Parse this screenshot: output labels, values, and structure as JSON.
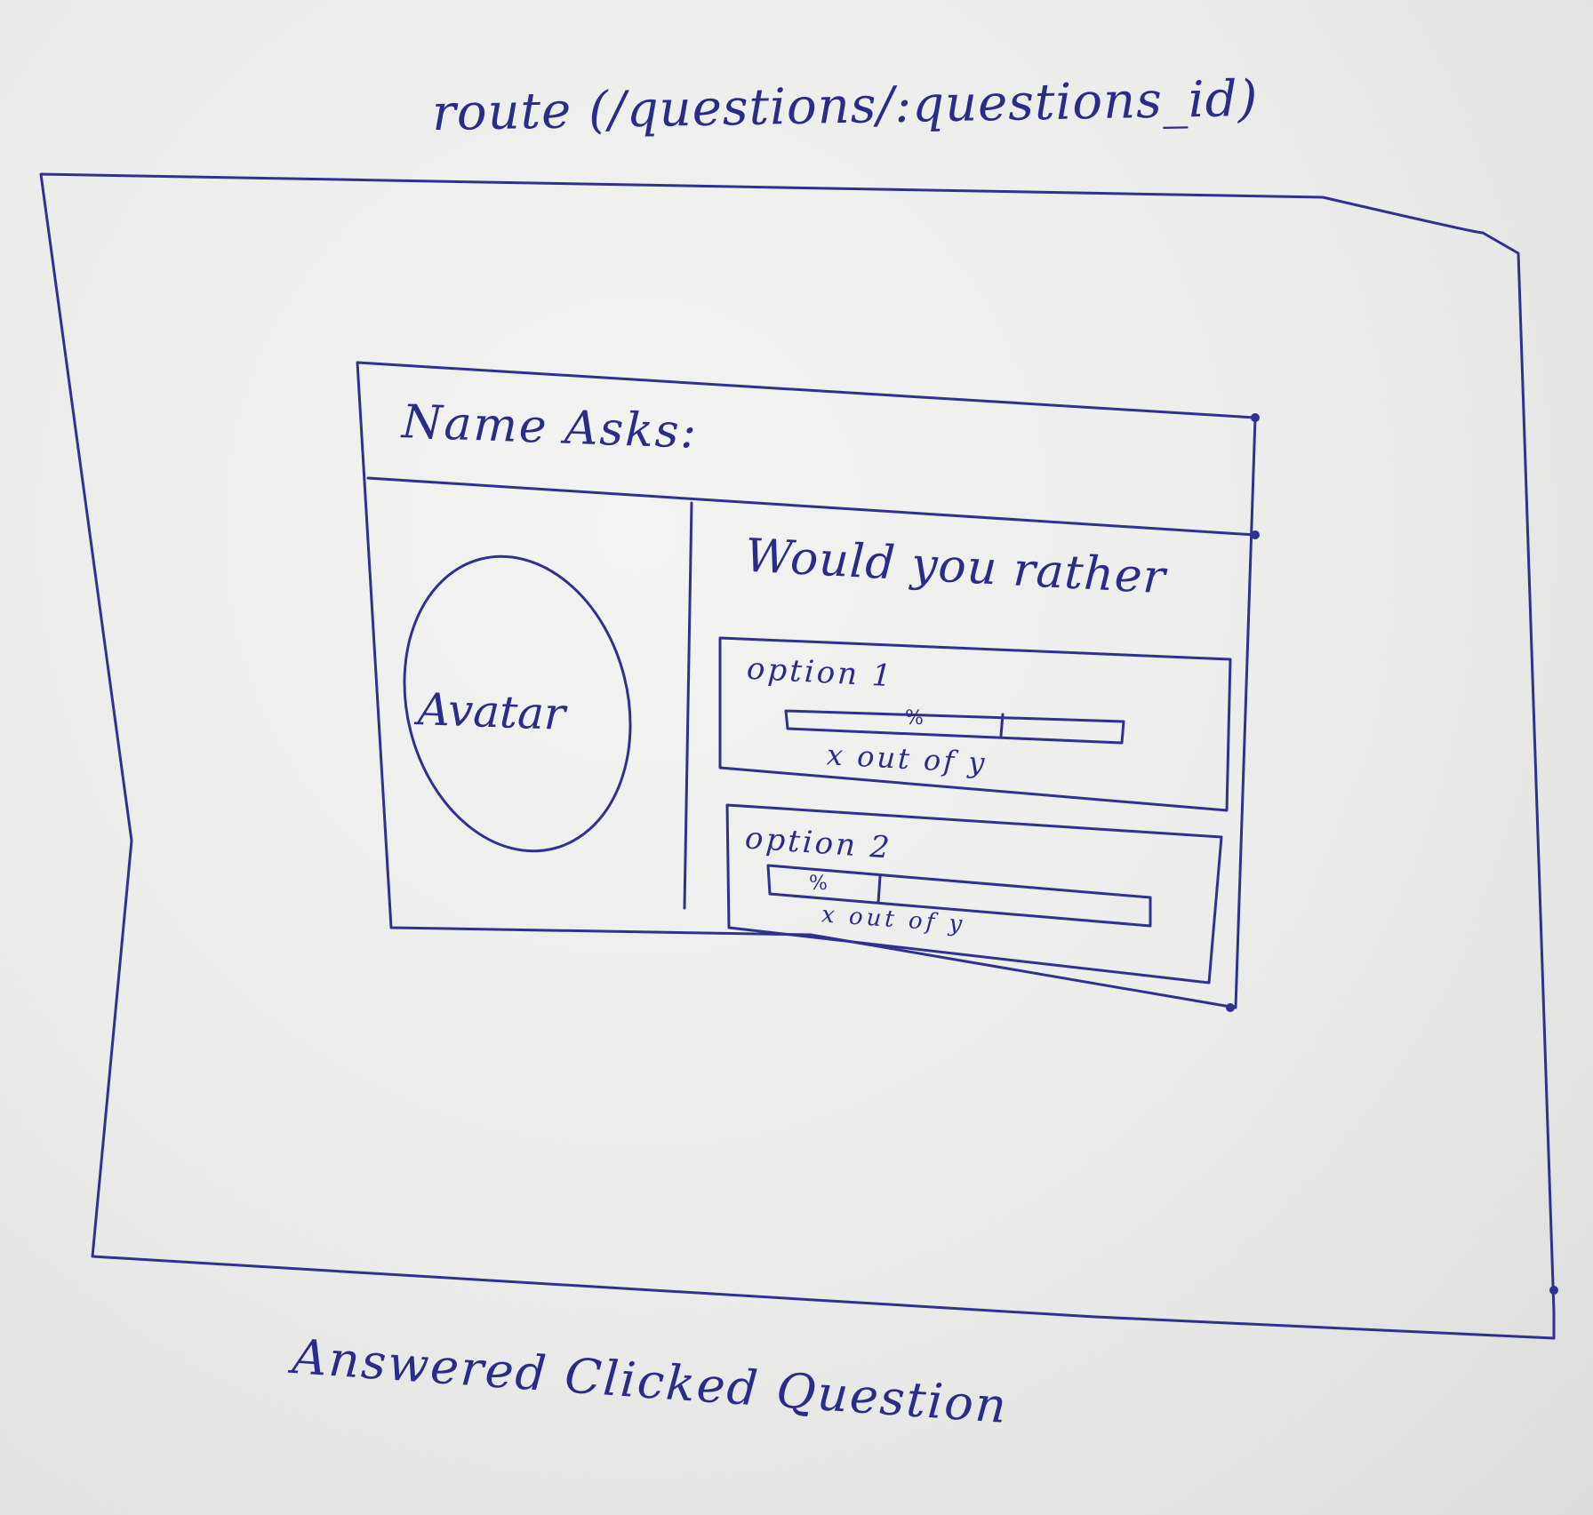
{
  "route": "route (/questions/:questions_id)",
  "poll_card": {
    "asker_label": "Name Asks:",
    "avatar_label": "Avatar",
    "question_title": "Would you rather",
    "options": [
      {
        "label": "option 1",
        "percent_label": "%",
        "count_label": "x out of y"
      },
      {
        "label": "option 2",
        "percent_label": "%",
        "count_label": "x out of y"
      }
    ]
  },
  "caption": "Answered Clicked Question"
}
